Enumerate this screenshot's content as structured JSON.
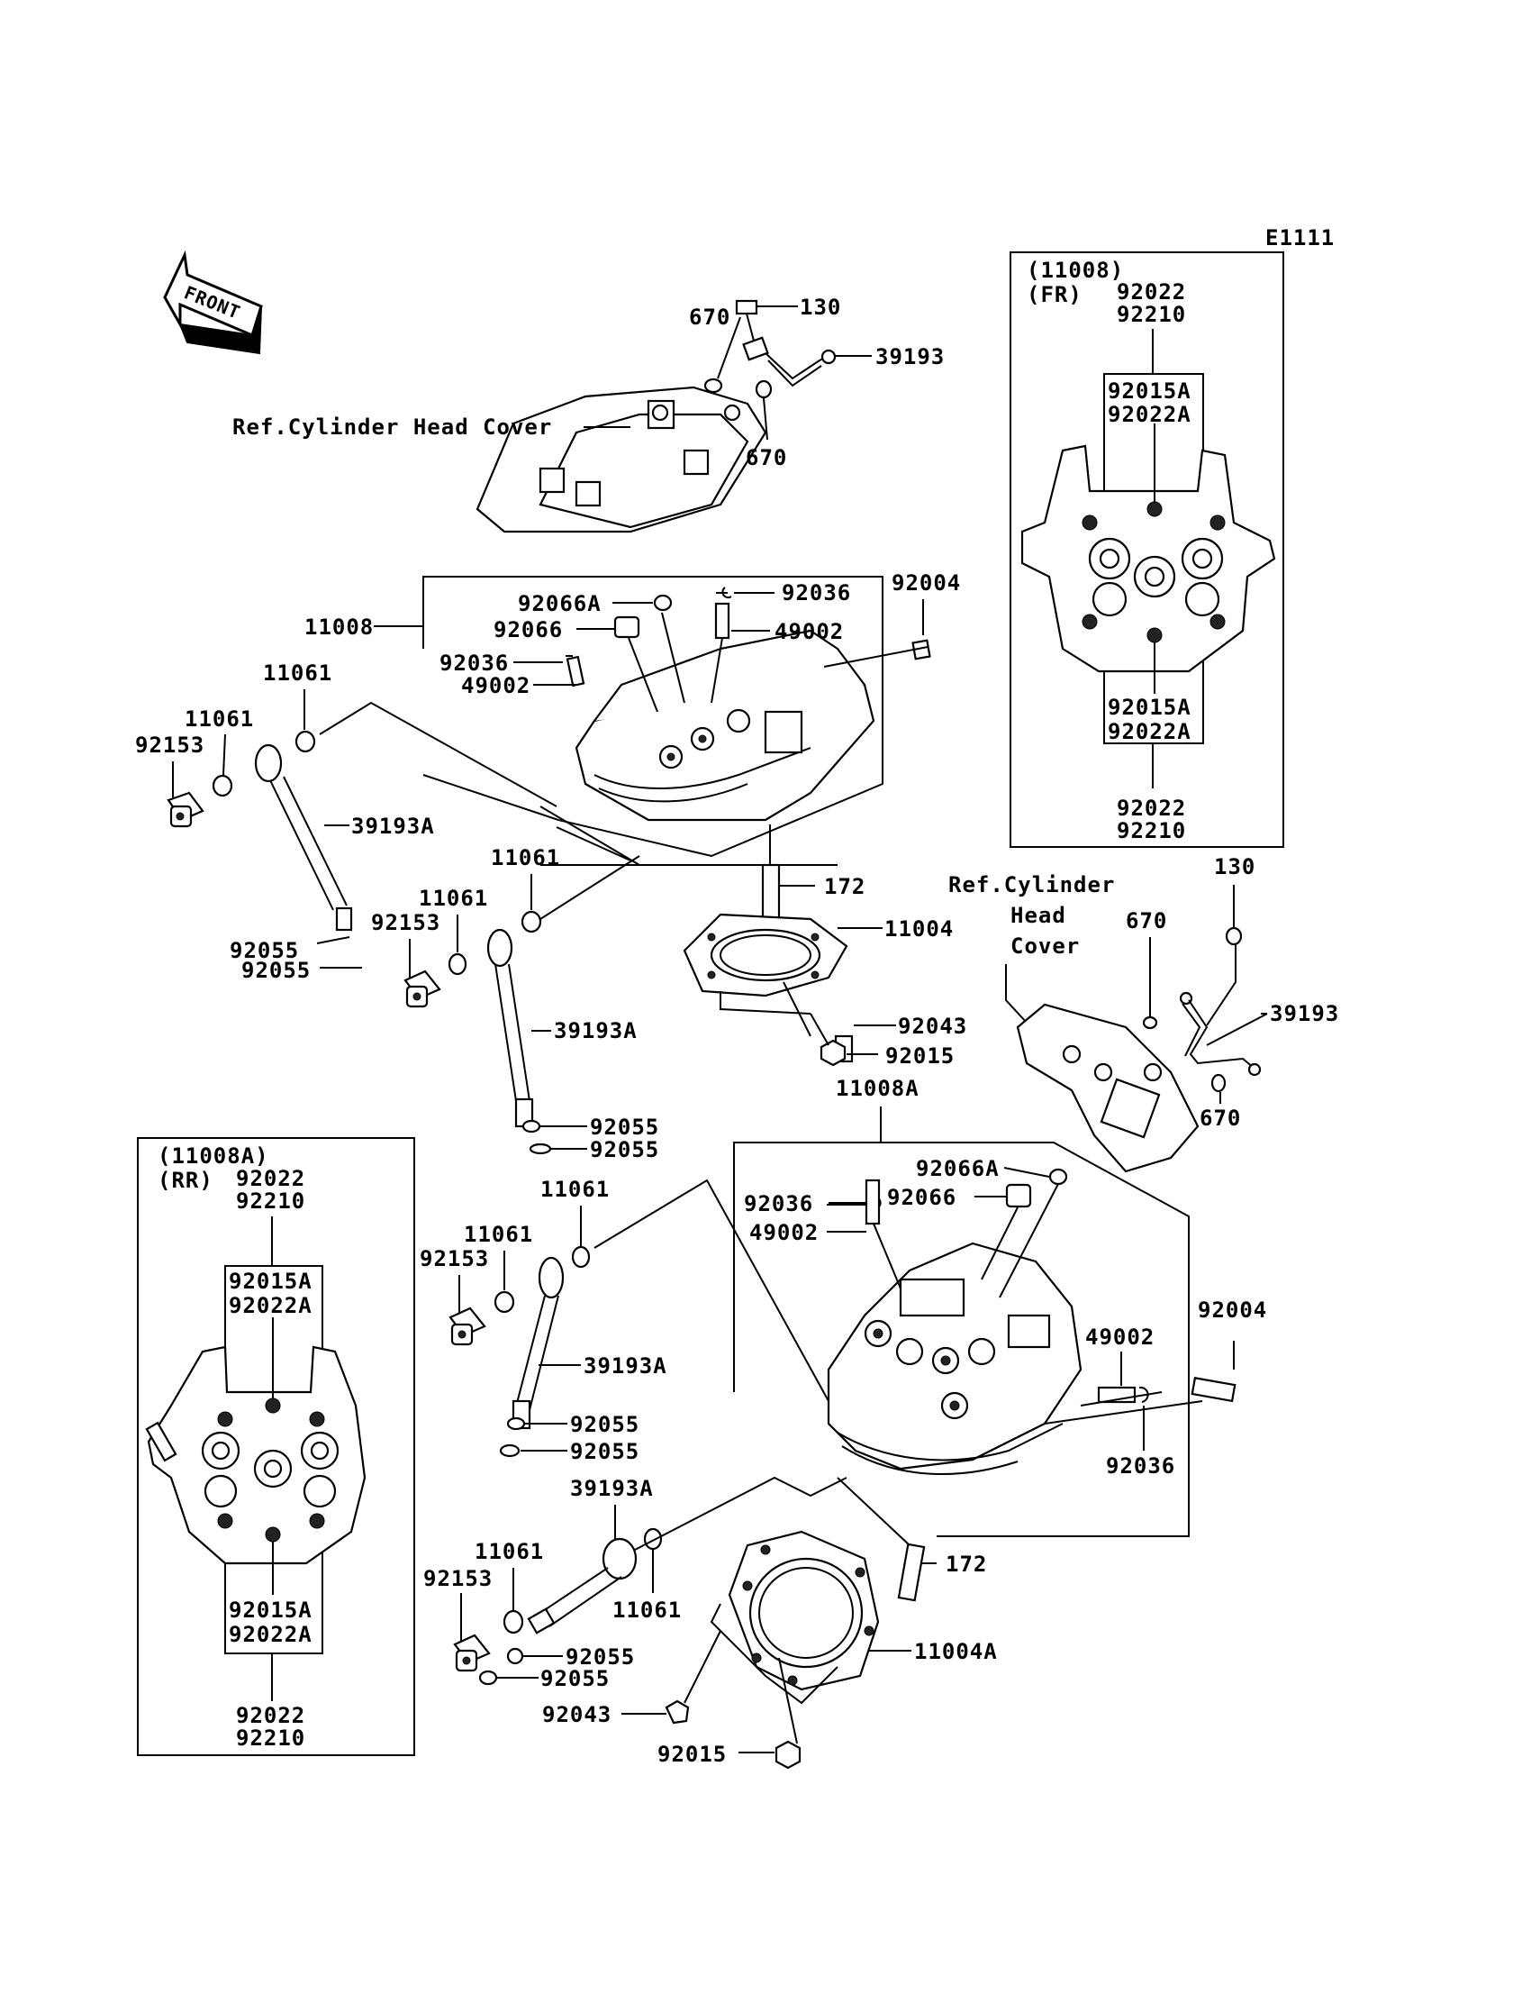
{
  "diagram_code": "E1111",
  "front_arrow": {
    "label": "FRONT",
    "icon": "front-arrow-icon"
  },
  "labels": {
    "l130a": "130",
    "l670a": "670",
    "l39193a": "39193",
    "lrefhead": "Ref.Cylinder Head Cover",
    "l670b": "670",
    "l92066A_1": "92066A",
    "l92036_1": "92036",
    "l92004_1": "92004",
    "l11008": "11008",
    "l92066_1": "92066",
    "l49002_1": "49002",
    "l92036_2": "92036",
    "l49002_2": "49002",
    "l11061_1": "11061",
    "l11061_2": "11061",
    "l92153_1": "92153",
    "l39193A_1": "39193A",
    "l92055_1": "92055",
    "l92055_2": "92055",
    "l11061_3": "11061",
    "l11061_4": "11061",
    "l92153_2": "92153",
    "l172_1": "172",
    "l11004": "11004",
    "l39193A_2": "39193A",
    "l92043_1": "92043",
    "l92015_1": "92015",
    "l92055_3": "92055",
    "l92055_4": "92055",
    "l11008A": "11008A",
    "lref2_1": "Ref.Cylinder",
    "lref2_2": "Head",
    "lref2_3": "Cover",
    "l130b": "130",
    "l670c": "670",
    "l39193b": "39193",
    "l670d": "670",
    "l92036_3": "92036",
    "l92066A_2": "92066A",
    "l49002_3": "49002",
    "l92066_2": "92066",
    "l11061_5": "11061",
    "l11061_6": "11061",
    "l92153_3": "92153",
    "l39193A_3": "39193A",
    "l92055_5": "92055",
    "l92055_6": "92055",
    "l39193A_4": "39193A",
    "l49002_4": "49002",
    "l92004_2": "92004",
    "l92036_4": "92036",
    "l11061_7": "11061",
    "l92153_4": "92153",
    "l11061_8": "11061",
    "l172_2": "172",
    "l92055_7": "92055",
    "l92055_8": "92055",
    "l11004A": "11004A",
    "l92043_2": "92043",
    "l92015_2": "92015"
  },
  "fr_box": {
    "ref": "(11008)",
    "tag": "(FR)",
    "top1": "92022",
    "top2": "92210",
    "mid1": "92015A",
    "mid2": "92022A",
    "low1": "92015A",
    "low2": "92022A",
    "bot1": "92022",
    "bot2": "92210"
  },
  "rr_box": {
    "ref": "(11008A)",
    "tag": "(RR)",
    "top1": "92022",
    "top2": "92210",
    "mid1": "92015A",
    "mid2": "92022A",
    "low1": "92015A",
    "low2": "92022A",
    "bot1": "92022",
    "bot2": "92210"
  }
}
